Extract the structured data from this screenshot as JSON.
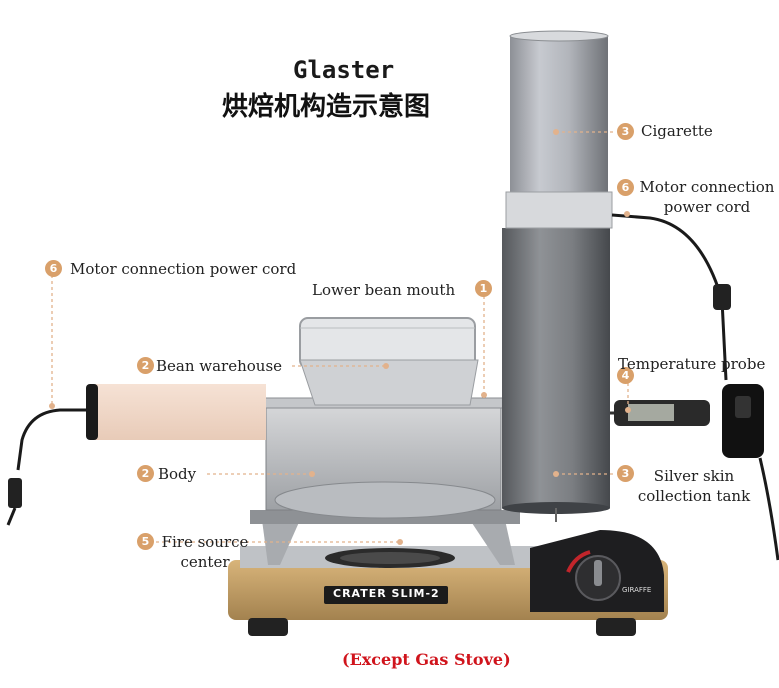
{
  "header": {
    "title": "Glaster",
    "subtitle": "烘焙机构造示意图"
  },
  "labels": [
    {
      "num": "3",
      "text": "Cigarette"
    },
    {
      "num": "6",
      "text": "Motor connection power cord",
      "multiline": true
    },
    {
      "num": "6",
      "text": "Motor connection power cord"
    },
    {
      "num": "1",
      "text": "Lower bean mouth"
    },
    {
      "num": "2",
      "text": "Bean warehouse"
    },
    {
      "num": "4",
      "text": "Temperature probe"
    },
    {
      "num": "2",
      "text": "Body"
    },
    {
      "num": "3",
      "text": "Silver skin collection tank",
      "multiline": true
    },
    {
      "num": "5",
      "text": "Fire source center",
      "multiline": true
    }
  ],
  "stove": {
    "brand_plate": "CRATER SLIM-2",
    "knob_brand": "GIRAFFE"
  },
  "caption": "(Except Gas Stove)",
  "colors": {
    "badge": "#d9a06a",
    "caption": "#d0141c",
    "stove_gold": "#c8a165"
  }
}
